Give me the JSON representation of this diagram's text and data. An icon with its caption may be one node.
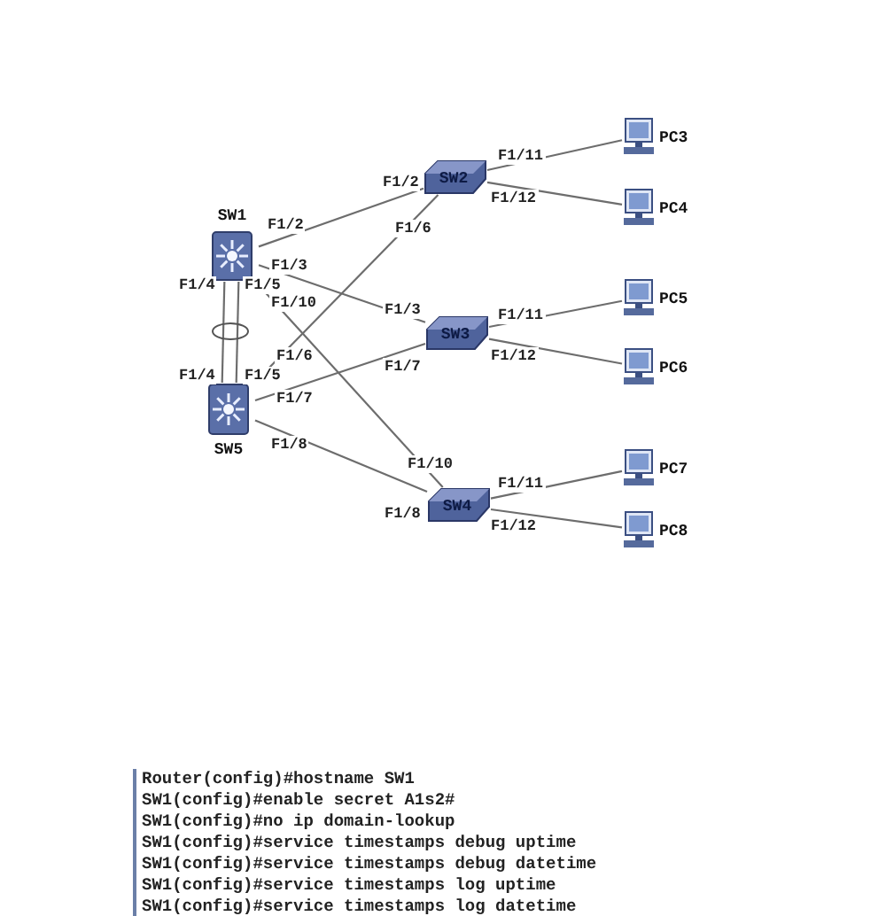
{
  "diagram": {
    "nodes": [
      {
        "text": [
          "SW1"
        ]
      },
      {
        "text": [
          "SW5"
        ]
      },
      {
        "text": [
          "SW2"
        ]
      },
      {
        "text": [
          "SW3"
        ]
      },
      {
        "text": [
          "SW4"
        ]
      },
      {
        "text": [
          "PC3"
        ]
      },
      {
        "text": [
          "PC4"
        ]
      },
      {
        "text": [
          "PC5"
        ]
      },
      {
        "text": [
          "PC6"
        ]
      },
      {
        "text": [
          "PC7"
        ]
      },
      {
        "text": [
          "PC8"
        ]
      }
    ],
    "edges": [
      {
        "from": 0,
        "to": 2,
        "arrow": "none"
      },
      {
        "from": 0,
        "to": 3,
        "arrow": "none"
      },
      {
        "from": 0,
        "to": 4,
        "arrow": "none"
      },
      {
        "from": 0,
        "to": 1,
        "arrow": "none"
      },
      {
        "from": 0,
        "to": 1,
        "arrow": "none"
      },
      {
        "from": 1,
        "to": 2,
        "arrow": "none"
      },
      {
        "from": 1,
        "to": 3,
        "arrow": "none"
      },
      {
        "from": 1,
        "to": 4,
        "arrow": "none"
      },
      {
        "from": 2,
        "to": 5,
        "arrow": "none"
      },
      {
        "from": 2,
        "to": 6,
        "arrow": "none"
      },
      {
        "from": 3,
        "to": 7,
        "arrow": "none"
      },
      {
        "from": 3,
        "to": 8,
        "arrow": "none"
      },
      {
        "from": 4,
        "to": 9,
        "arrow": "none"
      },
      {
        "from": 4,
        "to": 10,
        "arrow": "none"
      }
    ],
    "labels": [
      "F1/11",
      "F1/2",
      "F1/12",
      "F1/2",
      "F1/6",
      "F1/3",
      "F1/4",
      "F1/5",
      "F1/10",
      "F1/3",
      "F1/11",
      "F1/6",
      "F1/12",
      "F1/7",
      "F1/4",
      "F1/5",
      "F1/7",
      "F1/8",
      "F1/10",
      "F1/11",
      "F1/8",
      "F1/12",
      "Router(config)#hostname SW1",
      "SW1(config)#enable secret A1s2#",
      "SW1(config)#no ip domain-lookup",
      "SW1(config)#service timestamps debug uptime",
      "SW1(config)#service timestamps debug datetime",
      "SW1(config)#service timestamps log uptime",
      "SW1(config)#service timestamps log datetime"
    ]
  }
}
